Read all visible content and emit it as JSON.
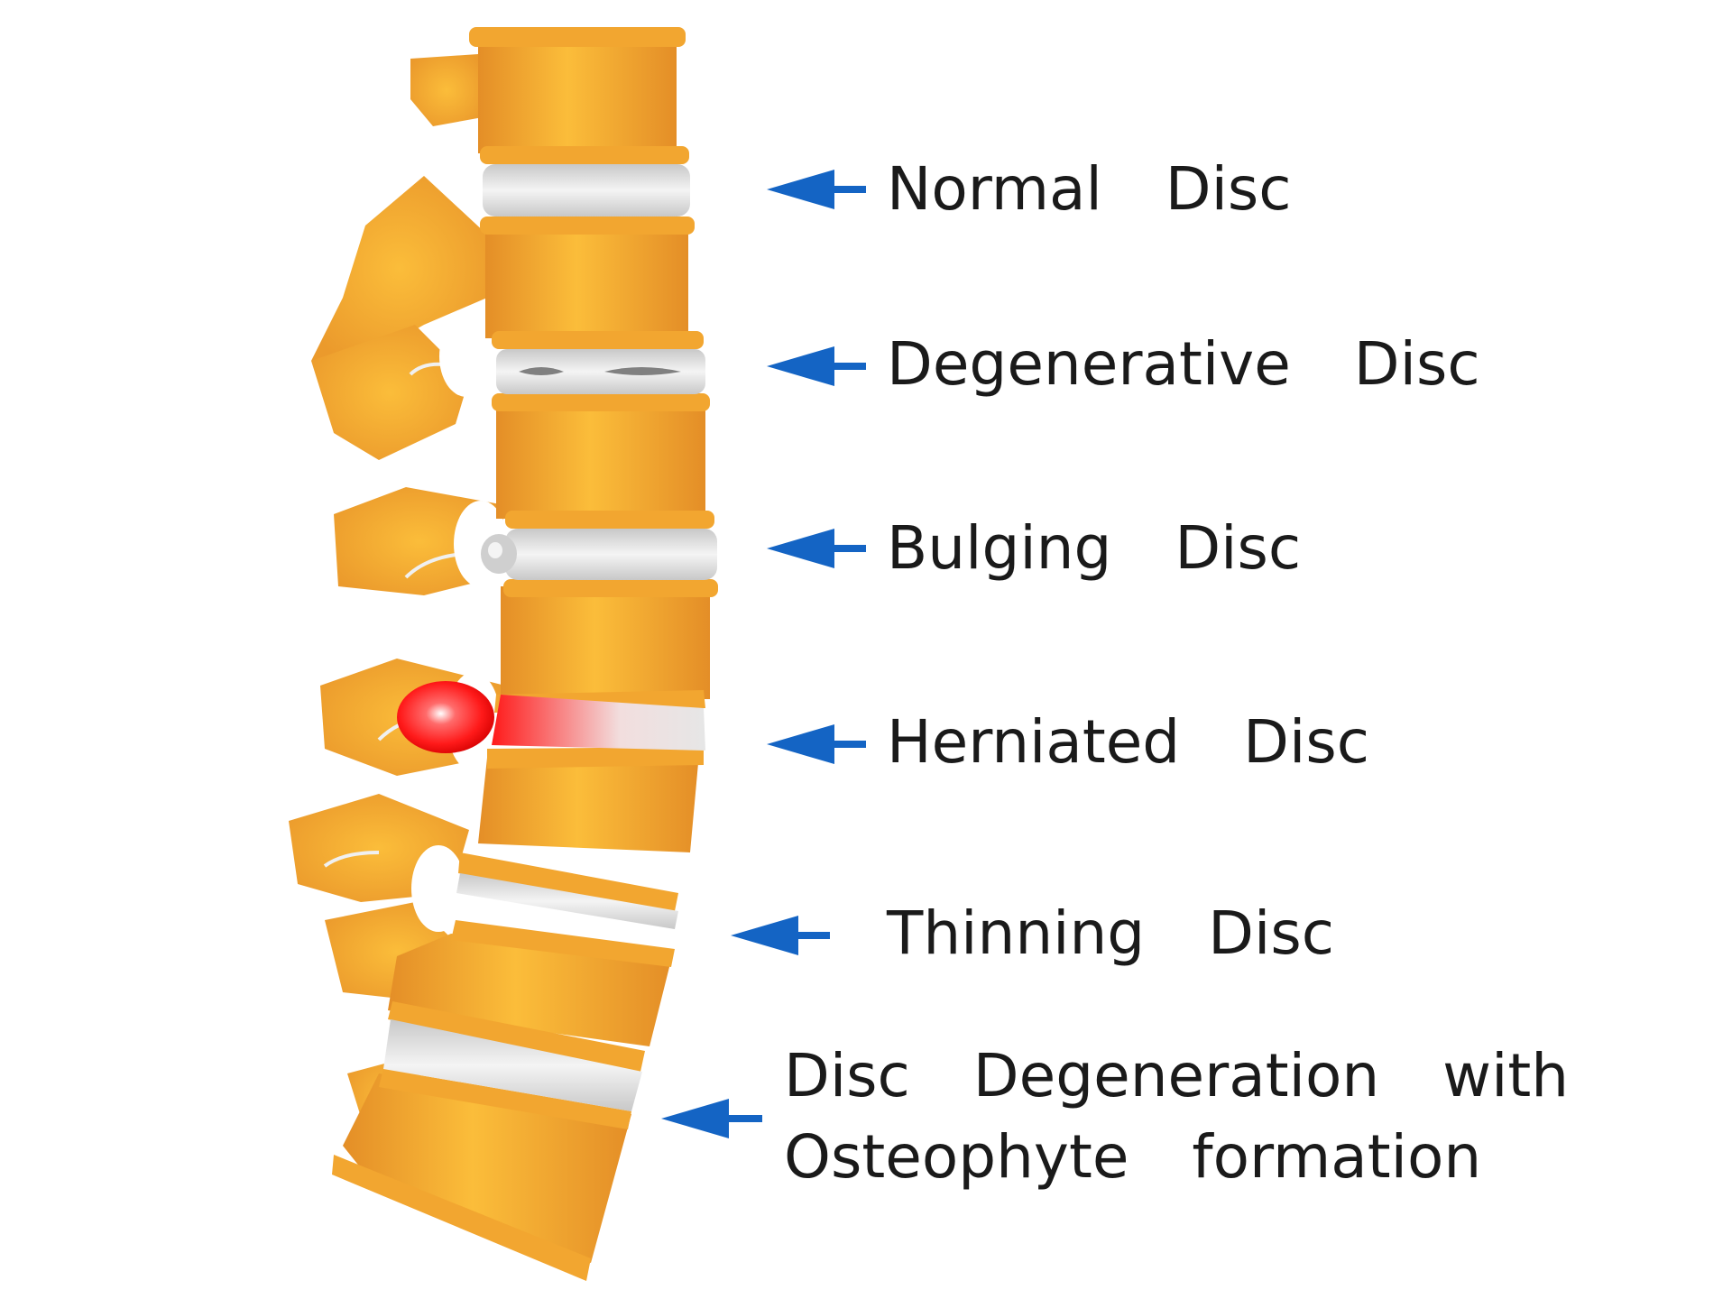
{
  "labels": {
    "normal": "Normal  Disc",
    "degenerative": "Degenerative  Disc",
    "bulging": "Bulging  Disc",
    "herniated": "Herniated  Disc",
    "thinning": "Thinning  Disc",
    "osteophyte_line1": "Disc  Degeneration  with",
    "osteophyte_line2": "Osteophyte  formation"
  },
  "colors": {
    "bone": "#f3a533",
    "bone_light": "#fbbd3a",
    "bone_dark": "#e48e27",
    "disc": "#d9d9d9",
    "disc_light": "#f4f4f4",
    "herniation": "#ff1a1a",
    "arrow": "#1464c4",
    "text": "#1a1a1a"
  }
}
